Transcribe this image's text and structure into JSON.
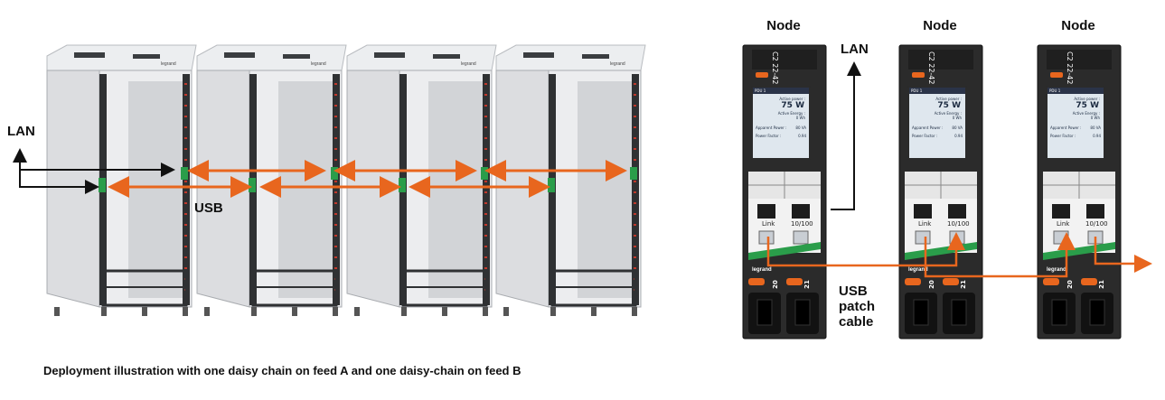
{
  "caption": "Deployment illustration with one daisy chain on feed A and one daisy-chain on feed B",
  "left": {
    "lan_label": "LAN",
    "usb_label": "USB",
    "rack_count": 4,
    "brand_text": "legrand"
  },
  "right": {
    "lan_label": "LAN",
    "patch_label": "USB\npatch\ncable",
    "nodes": [
      {
        "title": "Node"
      },
      {
        "title": "Node"
      },
      {
        "title": "Node"
      }
    ],
    "pdu": {
      "model": "C2",
      "model_sub": "22-42",
      "screen_header": "PDU 1",
      "active_power_label": "Active power :",
      "active_power_value": "75 W",
      "active_energy_label": "Active Energy :",
      "active_energy_value": "0 Wh",
      "apparent_power_label": "Apparent Power :",
      "apparent_power_value": "80 VA",
      "power_factor_label": "Power Factor :",
      "power_factor_value": "0.94",
      "link_label": "Link",
      "speed_label": "10/100",
      "outlet_a": "20",
      "outlet_b": "21",
      "brand_text": "legrand"
    }
  },
  "colors": {
    "arrow_orange": "#e8661e",
    "arrow_black": "#111111",
    "rack_body": "#dcdde0",
    "pdu_body": "#2b2b2b",
    "accent_green": "#2a9d4a"
  }
}
